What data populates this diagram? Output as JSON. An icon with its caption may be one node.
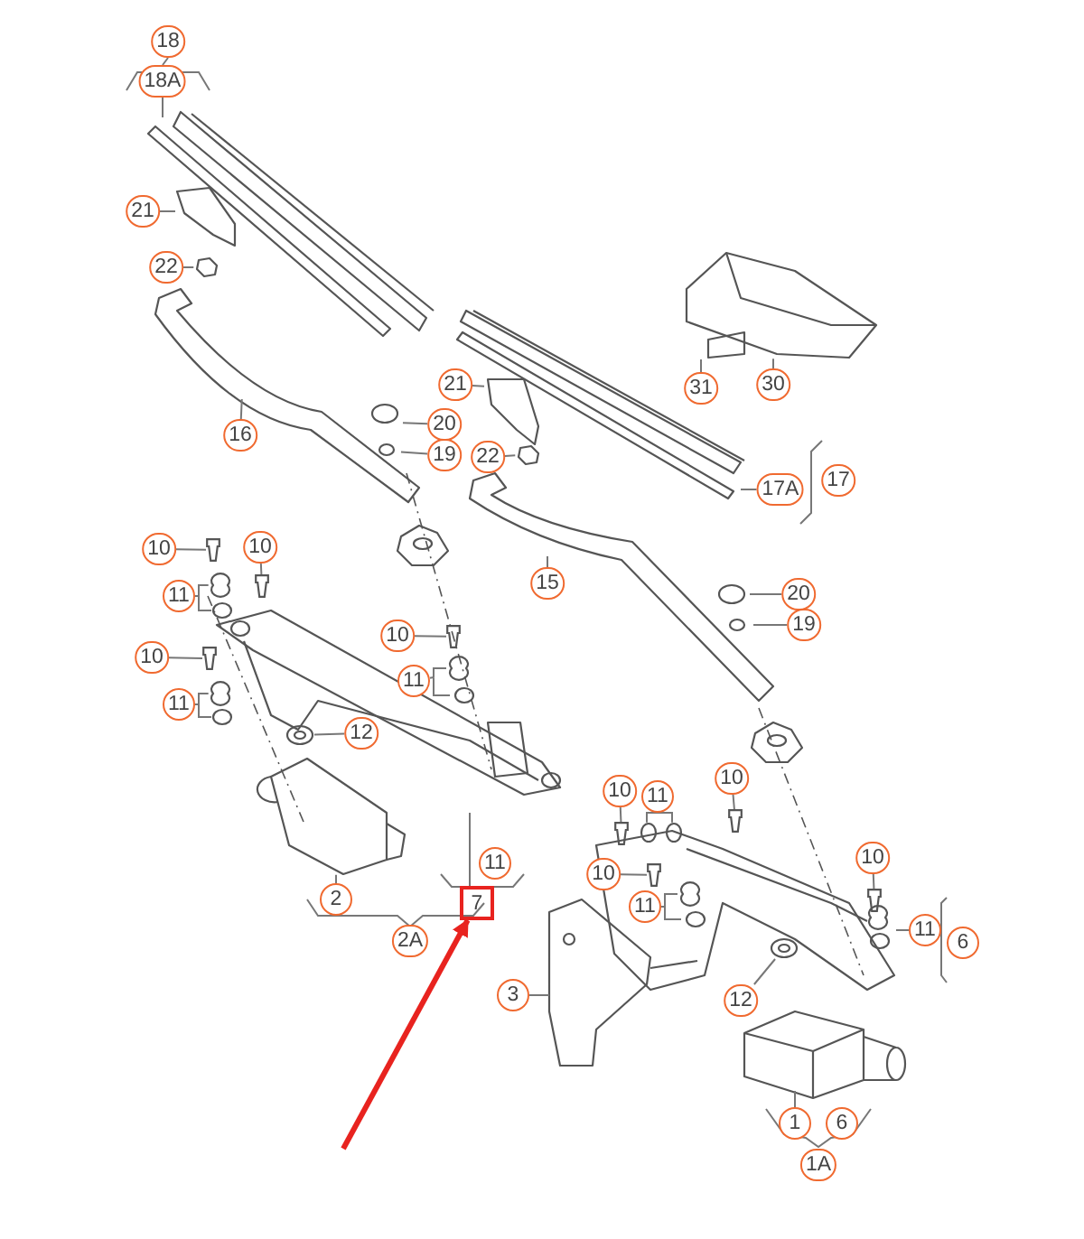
{
  "diagram": {
    "nodes": [
      {
        "text": [
          "18"
        ]
      },
      {
        "text": [
          "18A"
        ]
      },
      {
        "text": [
          "21"
        ]
      },
      {
        "text": [
          "22"
        ]
      },
      {
        "text": [
          "16"
        ]
      },
      {
        "text": [
          "20"
        ]
      },
      {
        "text": [
          "19"
        ]
      },
      {
        "text": [
          "21"
        ]
      },
      {
        "text": [
          "22"
        ]
      },
      {
        "text": [
          "31"
        ]
      },
      {
        "text": [
          "30"
        ]
      },
      {
        "text": [
          "17A"
        ]
      },
      {
        "text": [
          "17"
        ]
      },
      {
        "text": [
          "15"
        ]
      },
      {
        "text": [
          "20"
        ]
      },
      {
        "text": [
          "19"
        ]
      },
      {
        "text": [
          "10"
        ]
      },
      {
        "text": [
          "10"
        ]
      },
      {
        "text": [
          "11"
        ]
      },
      {
        "text": [
          "10"
        ]
      },
      {
        "text": [
          "11"
        ]
      },
      {
        "text": [
          "10"
        ]
      },
      {
        "text": [
          "11"
        ]
      },
      {
        "text": [
          "12"
        ]
      },
      {
        "text": [
          "11"
        ]
      },
      {
        "text": [
          "7"
        ]
      },
      {
        "text": [
          "2"
        ]
      },
      {
        "text": [
          "2A"
        ]
      },
      {
        "text": [
          "10"
        ]
      },
      {
        "text": [
          "11"
        ]
      },
      {
        "text": [
          "10"
        ]
      },
      {
        "text": [
          "10"
        ]
      },
      {
        "text": [
          "11"
        ]
      },
      {
        "text": [
          "10"
        ]
      },
      {
        "text": [
          "11"
        ]
      },
      {
        "text": [
          "6"
        ]
      },
      {
        "text": [
          "12"
        ]
      },
      {
        "text": [
          "3"
        ]
      },
      {
        "text": [
          "1"
        ]
      },
      {
        "text": [
          "6"
        ]
      },
      {
        "text": [
          "1A"
        ]
      },
      {
        "text": [],
        "shape": "picture"
      },
      {
        "text": [],
        "shape": "picture"
      },
      {
        "text": [],
        "shape": "picture"
      },
      {
        "text": [],
        "shape": "picture"
      },
      {
        "text": [],
        "shape": "picture"
      },
      {
        "text": [],
        "shape": "picture"
      },
      {
        "text": [],
        "shape": "picture"
      },
      {
        "text": [],
        "shape": "picture"
      },
      {
        "text": [],
        "shape": "picture"
      },
      {
        "text": [],
        "shape": "picture"
      }
    ],
    "edges": [
      {
        "from": 1,
        "to": null,
        "arrow": "none"
      },
      {
        "from": 2,
        "to": null,
        "arrow": "none"
      },
      {
        "from": 3,
        "to": null,
        "arrow": "none"
      },
      {
        "from": 4,
        "to": null,
        "arrow": "none"
      },
      {
        "from": 5,
        "to": null,
        "arrow": "none"
      },
      {
        "from": 6,
        "to": null,
        "arrow": "none"
      },
      {
        "from": 7,
        "to": null,
        "arrow": "none"
      },
      {
        "from": 8,
        "to": null,
        "arrow": "none"
      },
      {
        "from": 9,
        "to": null,
        "arrow": "none"
      },
      {
        "from": 10,
        "to": null,
        "arrow": "none"
      },
      {
        "from": 11,
        "to": null,
        "arrow": "none"
      },
      {
        "from": 13,
        "to": null,
        "arrow": "none"
      },
      {
        "from": 14,
        "to": null,
        "arrow": "none"
      },
      {
        "from": 15,
        "to": null,
        "arrow": "none"
      },
      {
        "from": 16,
        "to": 41,
        "arrow": "none"
      },
      {
        "from": 17,
        "to": 42,
        "arrow": "none"
      },
      {
        "from": 18,
        "to": null,
        "arrow": "none"
      },
      {
        "from": 19,
        "to": 44,
        "arrow": "none"
      },
      {
        "from": 20,
        "to": null,
        "arrow": "none"
      },
      {
        "from": 21,
        "to": 43,
        "arrow": "none"
      },
      {
        "from": 22,
        "to": null,
        "arrow": "none"
      },
      {
        "from": 23,
        "to": 45,
        "arrow": "none"
      },
      {
        "from": 26,
        "to": null,
        "arrow": "none"
      },
      {
        "from": 28,
        "to": 47,
        "arrow": "none"
      },
      {
        "from": 29,
        "to": null,
        "arrow": "none"
      },
      {
        "from": 30,
        "to": 46,
        "arrow": "none"
      },
      {
        "from": 31,
        "to": 48,
        "arrow": "none"
      },
      {
        "from": 32,
        "to": null,
        "arrow": "none"
      },
      {
        "from": 33,
        "to": 49,
        "arrow": "none"
      },
      {
        "from": 34,
        "to": null,
        "arrow": "none"
      },
      {
        "from": 36,
        "to": 50,
        "arrow": "none"
      },
      {
        "from": 37,
        "to": null,
        "arrow": "none"
      },
      {
        "from": 38,
        "to": null,
        "arrow": "none"
      },
      {
        "from": null,
        "to": 25,
        "arrow": "to",
        "style": "thick",
        "color": "#e8231f"
      }
    ]
  }
}
